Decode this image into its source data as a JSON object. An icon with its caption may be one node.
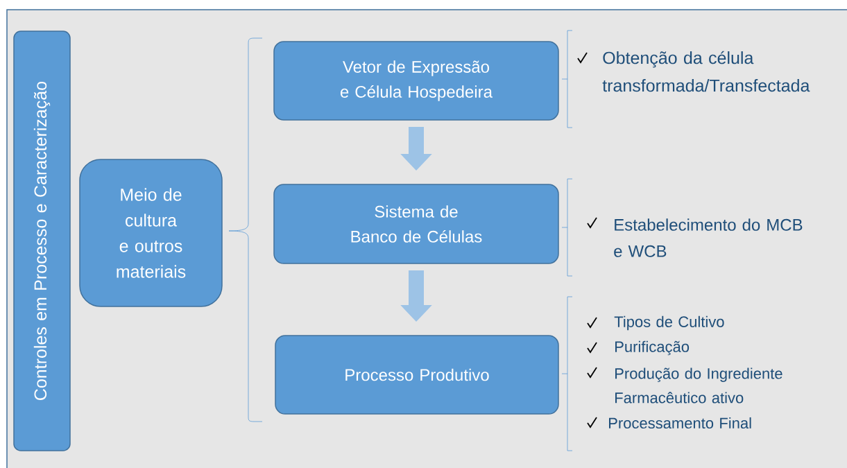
{
  "diagram": {
    "nodes": [
      {
        "text": [
          "Controles em Processo e Caracterização"
        ]
      },
      {
        "text": [
          "Meio de cultura e outros materiais"
        ]
      },
      {
        "text": [
          "Vetor de Expressão e Célula Hospedeira"
        ],
        "beside": [
          "Obtenção da célula transformada/Transfectada"
        ]
      },
      {
        "text": [
          "Sistema de Banco de Células"
        ],
        "beside": [
          "Estabelecimento do MCB e WCB"
        ]
      },
      {
        "text": [
          "Processo Produtivo"
        ],
        "beside": [
          "Tipos de Cultivo",
          "Purificação",
          "Produção do Ingrediente Farmacêutico ativo",
          "Processamento Final"
        ]
      }
    ],
    "edges": [
      {
        "from": 2,
        "to": 3,
        "arrow": "to"
      },
      {
        "from": 3,
        "to": 4,
        "arrow": "to"
      }
    ]
  }
}
